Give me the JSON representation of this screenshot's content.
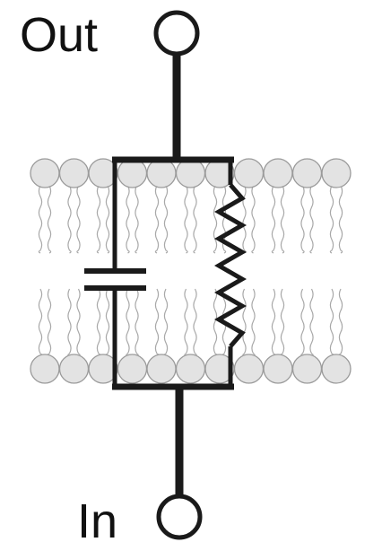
{
  "labels": {
    "out": "Out",
    "in": "In"
  },
  "colors": {
    "wire": "#1a1a1a",
    "lipid_head_fill": "#e3e3e3",
    "lipid_head_stroke": "#9a9a9a",
    "lipid_tail": "#a8a8a8",
    "background": "#ffffff"
  },
  "components": {
    "capacitor": "capacitor-symbol",
    "resistor": "resistor-symbol",
    "membrane": "lipid-bilayer"
  }
}
